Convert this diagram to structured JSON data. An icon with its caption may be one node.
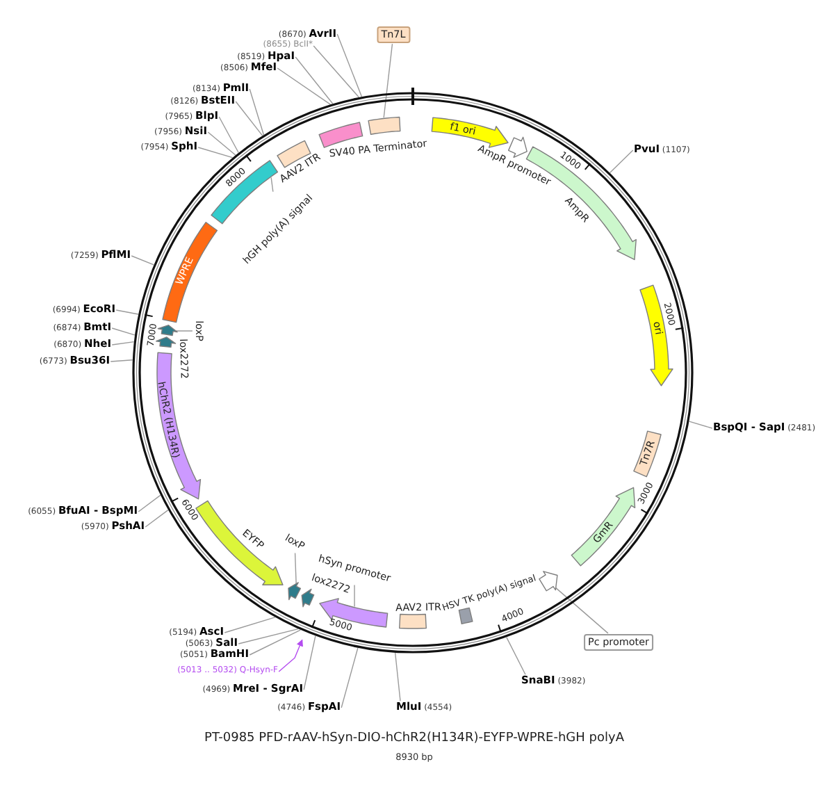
{
  "diagram": {
    "title": "PT-0985 PFD-rAAV-hSyn-DIO-hChR2(H134R)-EYFP-WPRE-hGH polyA",
    "nodes": [
      {
        "text": [
          "(8670) **AvrII**"
        ]
      },
      {
        "text": [
          "(8655) BclI*"
        ]
      },
      {
        "text": [
          "(8519) **HpaI**"
        ]
      },
      {
        "text": [
          "(8506) **MfeI**"
        ]
      },
      {
        "text": [
          "(8134) **PmlI**"
        ]
      },
      {
        "text": [
          "(8126) **BstEII**"
        ]
      },
      {
        "text": [
          "(7965) **BlpI**"
        ]
      },
      {
        "text": [
          "(7956) **NsiI**"
        ]
      },
      {
        "text": [
          "(7954) **SphI**"
        ]
      },
      {
        "text": [
          "**PvuI** (1107)"
        ]
      },
      {
        "text": [
          "(7259) **PflMI**"
        ]
      },
      {
        "text": [
          "(6994) **EcoRI**"
        ]
      },
      {
        "text": [
          "(6874) **BmtI**"
        ]
      },
      {
        "text": [
          "(6870) **NheI**"
        ]
      },
      {
        "text": [
          "(6773) **Bsu36I**"
        ]
      },
      {
        "text": [
          "**BspQI - SapI** (2481)"
        ]
      },
      {
        "text": [
          "(6055) **BfuAI - BspMI**"
        ]
      },
      {
        "text": [
          "(5970) **PshAI**"
        ]
      },
      {
        "text": [
          "(5194) **AscI**"
        ]
      },
      {
        "text": [
          "(5063) **SalI**"
        ]
      },
      {
        "text": [
          "(5051) **BamHI**"
        ]
      },
      {
        "text": [
          "(5013 .. 5032) Q-Hsyn-F"
        ]
      },
      {
        "text": [
          "(4969) **MreI - SgrAI**"
        ]
      },
      {
        "text": [
          "(4746) **FspAI**"
        ]
      },
      {
        "text": [
          "**MluI** (4554)"
        ]
      },
      {
        "text": [
          "**SnaBI** (3982)"
        ]
      },
      {
        "text": [
          "Tn7L"
        ]
      },
      {
        "text": [
          "Pc promoter"
        ]
      },
      {
        "text": [],
        "shape": "circle"
      },
      {
        "text": [],
        "shape": "box",
        "in": 28
      },
      {
        "text": [],
        "shape": "box",
        "beside": [
          "SV40 PA Terminator"
        ],
        "in": 28
      },
      {
        "text": [
          "f1 ori"
        ],
        "in": 28
      },
      {
        "text": [],
        "shape": "arrow",
        "beside": [
          "AmpR promoter"
        ],
        "in": 28
      },
      {
        "text": [],
        "shape": "arrow",
        "beside": [
          "AmpR"
        ],
        "in": 28
      },
      {
        "text": [
          "ori"
        ],
        "in": 28
      },
      {
        "text": [
          "Tn7R"
        ],
        "in": 28
      },
      {
        "text": [
          "GmR"
        ],
        "in": 28
      },
      {
        "text": [],
        "shape": "arrow",
        "in": 28
      },
      {
        "text": [],
        "shape": "box",
        "beside": [
          "HSV TK poly(A) signal"
        ],
        "in": 28
      },
      {
        "text": [],
        "shape": "box",
        "beside": [
          "AAV2 ITR"
        ],
        "in": 28
      },
      {
        "text": [],
        "shape": "arrow",
        "in": 28
      },
      {
        "text": [
          "hSyn promoter"
        ],
        "in": 28
      },
      {
        "text": [],
        "shape": "arrow",
        "beside": [
          "lox2272"
        ],
        "in": 28
      },
      {
        "text": [],
        "shape": "arrow",
        "in": 28
      },
      {
        "text": [
          "loxP"
        ],
        "in": 28
      },
      {
        "text": [],
        "shape": "arrow",
        "beside": [
          "EYFP"
        ],
        "in": 28
      },
      {
        "text": [
          "hChR2 (H134R)"
        ],
        "in": 28
      },
      {
        "text": [],
        "shape": "arrow",
        "beside": [
          "lox2272"
        ],
        "in": 28
      },
      {
        "text": [],
        "shape": "arrow",
        "in": 28
      },
      {
        "text": [
          "loxP"
        ],
        "in": 28
      },
      {
        "text": [
          "WPRE"
        ],
        "in": 28
      },
      {
        "text": [],
        "shape": "box",
        "in": 28
      },
      {
        "text": [
          "hGH poly(A) signal"
        ],
        "in": 28
      },
      {
        "text": [],
        "shape": "box",
        "beside": [
          "AAV2 ITR"
        ],
        "in": 28
      }
    ],
    "edges": [
      {
        "from": 0,
        "to": 28,
        "arrow": "none"
      },
      {
        "from": 1,
        "to": 28,
        "arrow": "none"
      },
      {
        "from": 2,
        "to": 28,
        "arrow": "none"
      },
      {
        "from": 3,
        "to": 28,
        "arrow": "none"
      },
      {
        "from": 4,
        "to": 28,
        "arrow": "none"
      },
      {
        "from": 5,
        "to": 28,
        "arrow": "none"
      },
      {
        "from": 6,
        "to": 28,
        "arrow": "none"
      },
      {
        "from": 7,
        "to": 28,
        "arrow": "none"
      },
      {
        "from": 8,
        "to": 28,
        "arrow": "none"
      },
      {
        "from": 9,
        "to": 28,
        "arrow": "none"
      },
      {
        "from": 10,
        "to": 28,
        "arrow": "none"
      },
      {
        "from": 11,
        "to": 28,
        "arrow": "none"
      },
      {
        "from": 12,
        "to": 28,
        "arrow": "none"
      },
      {
        "from": 13,
        "to": 28,
        "arrow": "none"
      },
      {
        "from": 14,
        "to": 28,
        "arrow": "none"
      },
      {
        "from": 15,
        "to": 28,
        "arrow": "none"
      },
      {
        "from": 16,
        "to": 28,
        "arrow": "none"
      },
      {
        "from": 17,
        "to": 28,
        "arrow": "none"
      },
      {
        "from": 18,
        "to": 28,
        "arrow": "none"
      },
      {
        "from": 19,
        "to": 28,
        "arrow": "none"
      },
      {
        "from": 20,
        "to": 28,
        "arrow": "none"
      },
      {
        "from": 21,
        "to": 28,
        "arrow": "to",
        "color": "#b44cf0"
      },
      {
        "from": 22,
        "to": 28,
        "arrow": "none"
      },
      {
        "from": 23,
        "to": 28,
        "arrow": "none"
      },
      {
        "from": 24,
        "to": 28,
        "arrow": "none"
      },
      {
        "from": 25,
        "to": 28,
        "arrow": "none"
      },
      {
        "from": 26,
        "to": 29,
        "arrow": "none"
      },
      {
        "from": 27,
        "to": 37,
        "arrow": "none"
      },
      {
        "from": 41,
        "to": 40,
        "arrow": "none"
      },
      {
        "from": 44,
        "to": 43,
        "arrow": "none"
      },
      {
        "from": 49,
        "to": 48,
        "arrow": "none"
      },
      {
        "from": 52,
        "to": 51,
        "arrow": "none"
      }
    ],
    "labels": [
      "1000",
      "2000",
      "3000",
      "4000",
      "5000",
      "6000",
      "7000",
      "8000",
      "8930 bp"
    ]
  }
}
